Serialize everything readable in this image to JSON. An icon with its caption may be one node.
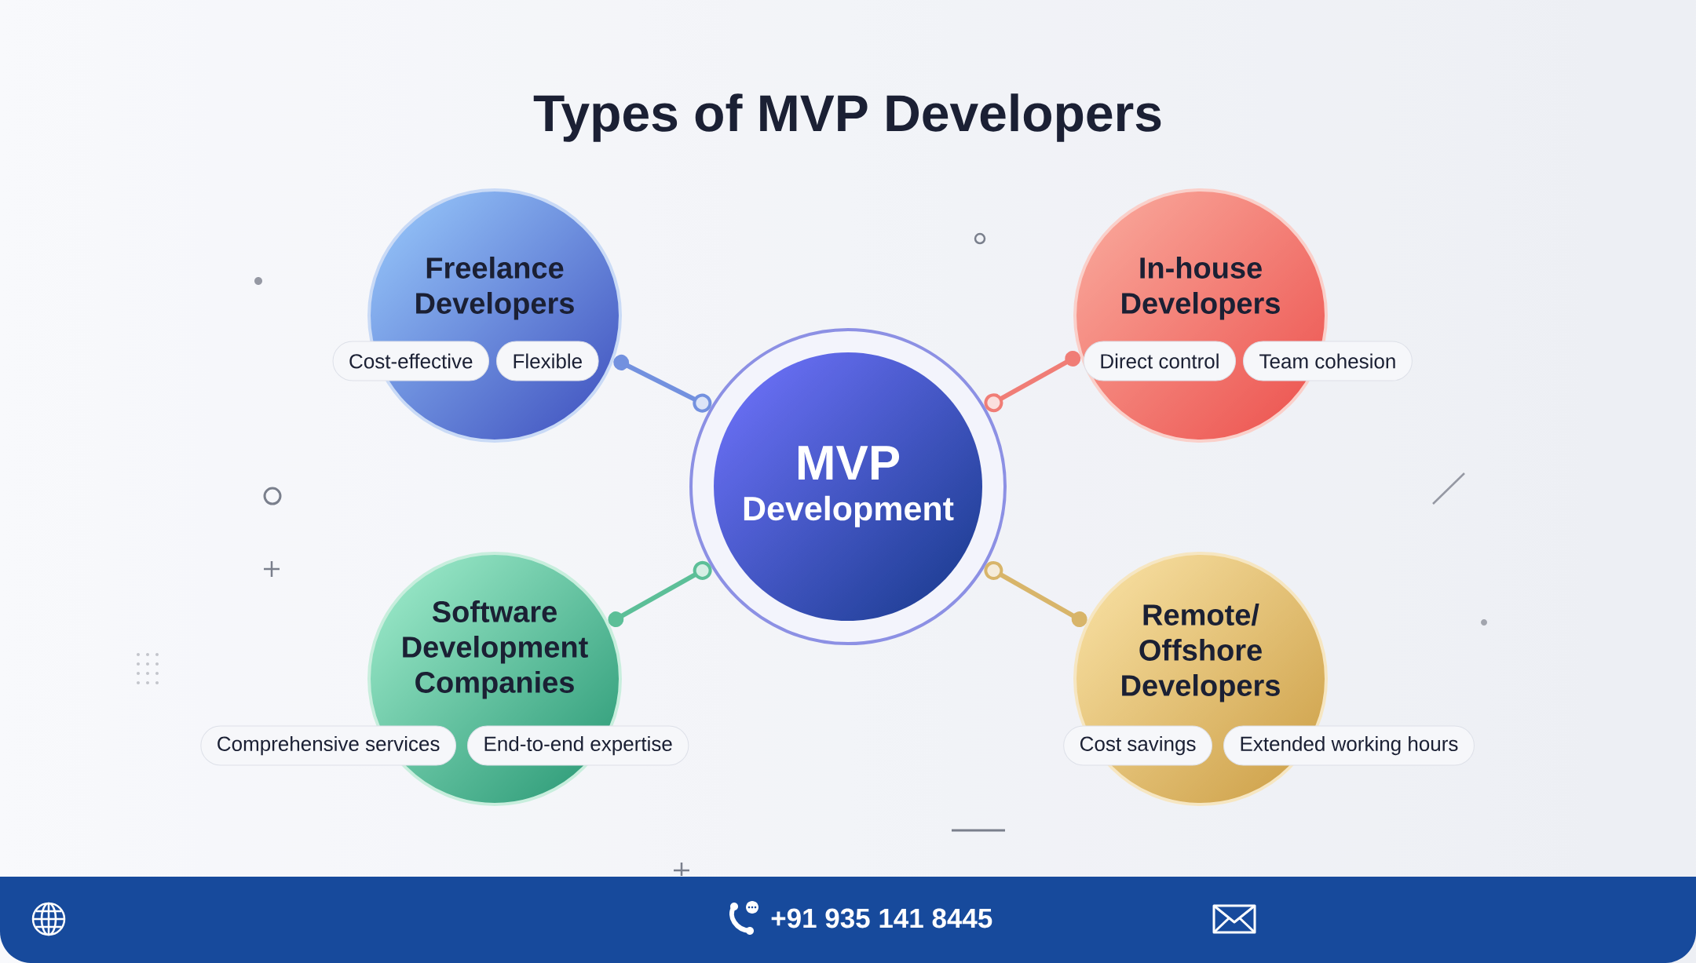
{
  "diagram": {
    "title": "Types of MVP Developers",
    "nodes": [
      {
        "text": [
          "Freelance Developers"
        ]
      },
      {
        "text": [
          "Cost-effective"
        ]
      },
      {
        "text": [
          "Flexible"
        ],
        "in": 0
      },
      {
        "text": [
          "In-house Developers"
        ]
      },
      {
        "text": [
          "Direct control"
        ],
        "in": 3
      },
      {
        "text": [
          "Team cohesion"
        ]
      },
      {
        "text": [
          "MVP",
          "Development"
        ]
      },
      {
        "text": [
          "Software Development Companies"
        ]
      },
      {
        "text": [
          "Comprehensive services"
        ]
      },
      {
        "text": [
          "End-to-end expertise"
        ]
      },
      {
        "text": [
          "Remote/ Offshore Developers"
        ]
      },
      {
        "text": [
          "Cost savings"
        ]
      },
      {
        "text": [
          "Extended working hours"
        ]
      }
    ],
    "edges": [
      {
        "from": 6,
        "to": 0,
        "arrow": "other",
        "color": "#7391df"
      },
      {
        "from": 6,
        "to": 3,
        "arrow": "other",
        "color": "#f07d76"
      },
      {
        "from": 6,
        "to": 7,
        "arrow": "other",
        "color": "#5cbf98"
      },
      {
        "from": 6,
        "to": 10,
        "arrow": "other",
        "color": "#d8b56a"
      }
    ],
    "labels": [
      "+91 935 141 8445"
    ]
  }
}
